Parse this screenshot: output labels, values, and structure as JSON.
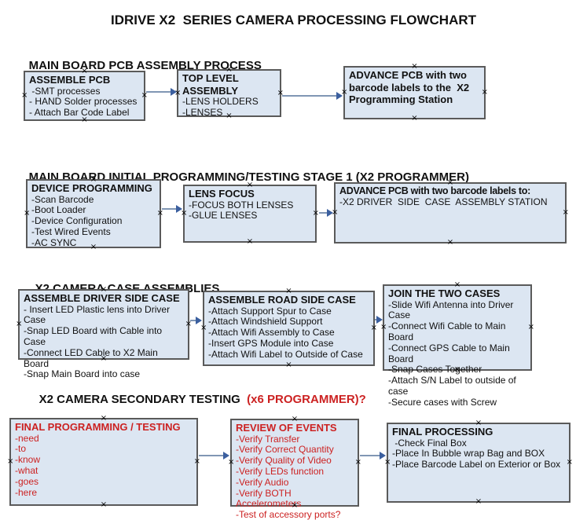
{
  "colors": {
    "box_fill": "#dce6f2",
    "box_border": "#5a5a5a",
    "accent_red": "#cc2222",
    "connector_line": "#8096b4",
    "connector_arrow": "#3b5f9f"
  },
  "title": "IDRIVE X2  SERIES CAMERA PROCESSING FLOWCHART",
  "sections": [
    {
      "heading": "MAIN BOARD PCB ASSEMBLY PROCESS",
      "boxes": [
        {
          "title": "ASSEMBLE PCB",
          "lines": [
            " -SMT processes",
            "- HAND Solder processes",
            "- Attach Bar Code Label"
          ]
        },
        {
          "title": "TOP LEVEL ASSEMBLY",
          "lines": [
            "-LENS HOLDERS",
            "-LENSES"
          ]
        },
        {
          "title": "ADVANCE PCB with two barcode labels to the  X2 Programming Station",
          "lines": []
        }
      ]
    },
    {
      "heading": "MAIN BOARD INITIAL PROGRAMMING/TESTING STAGE 1 (X2 PROGRAMMER)",
      "boxes": [
        {
          "title": "DEVICE PROGRAMMING",
          "lines": [
            "-Scan Barcode",
            "-Boot Loader",
            "-Device Configuration",
            "-Test Wired Events",
            "-AC SYNC"
          ]
        },
        {
          "title": "LENS FOCUS",
          "lines": [
            "-FOCUS BOTH LENSES",
            "-GLUE LENSES"
          ]
        },
        {
          "title": "ADVANCE PCB with two barcode labels to:",
          "lines": [
            "-X2 DRIVER  SIDE  CASE  ASSEMBLY STATION"
          ]
        }
      ]
    },
    {
      "heading": "X2 CAMERA CASE ASSEMBLIES",
      "boxes": [
        {
          "title": "ASSEMBLE DRIVER SIDE CASE",
          "lines": [
            "- Insert LED Plastic lens into Driver Case",
            "-Snap LED Board with Cable into Case",
            "-Connect LED Cable to X2 Main Board",
            "-Snap Main Board into case"
          ]
        },
        {
          "title": "ASSEMBLE ROAD SIDE CASE",
          "lines": [
            "-Attach Support Spur to Case",
            "-Attach Windshield Support",
            "-Attach Wifi Assembly to Case",
            "-Insert GPS Module into Case",
            "-Attach Wifi Label to Outside of Case"
          ]
        },
        {
          "title": "JOIN THE TWO CASES",
          "lines": [
            "-Slide Wifi Antenna into Driver Case",
            "-Connect Wifi Cable to Main Board",
            "-Connect GPS Cable to Main Board",
            "-Snap Cases Together",
            "-Attach S/N Label to outside of case",
            "-Secure cases with Screw"
          ]
        }
      ]
    },
    {
      "heading": "X2 CAMERA SECONDARY TESTING ",
      "heading_suffix": " (x6 PROGRAMMER)?",
      "boxes": [
        {
          "title": "FINAL PROGRAMMING / TESTING",
          "red": true,
          "lines": [
            "-need",
            "-to",
            "-know",
            "-what",
            "-goes",
            "-here"
          ]
        },
        {
          "title": "REVIEW OF EVENTS",
          "red": true,
          "lines": [
            "-Verify Transfer",
            "-Verify Correct Quantity",
            "-Verify Quality of Video",
            "-Verify LEDs function",
            "-Verify Audio",
            "-Verify BOTH Accelerometers",
            "-Test of accessory ports?"
          ]
        },
        {
          "title": "FINAL PROCESSING",
          "lines": [
            " -Check Final Box",
            "-Place In Bubble wrap Bag and BOX",
            "-Place Barcode Label on Exterior or Box"
          ]
        }
      ]
    }
  ]
}
